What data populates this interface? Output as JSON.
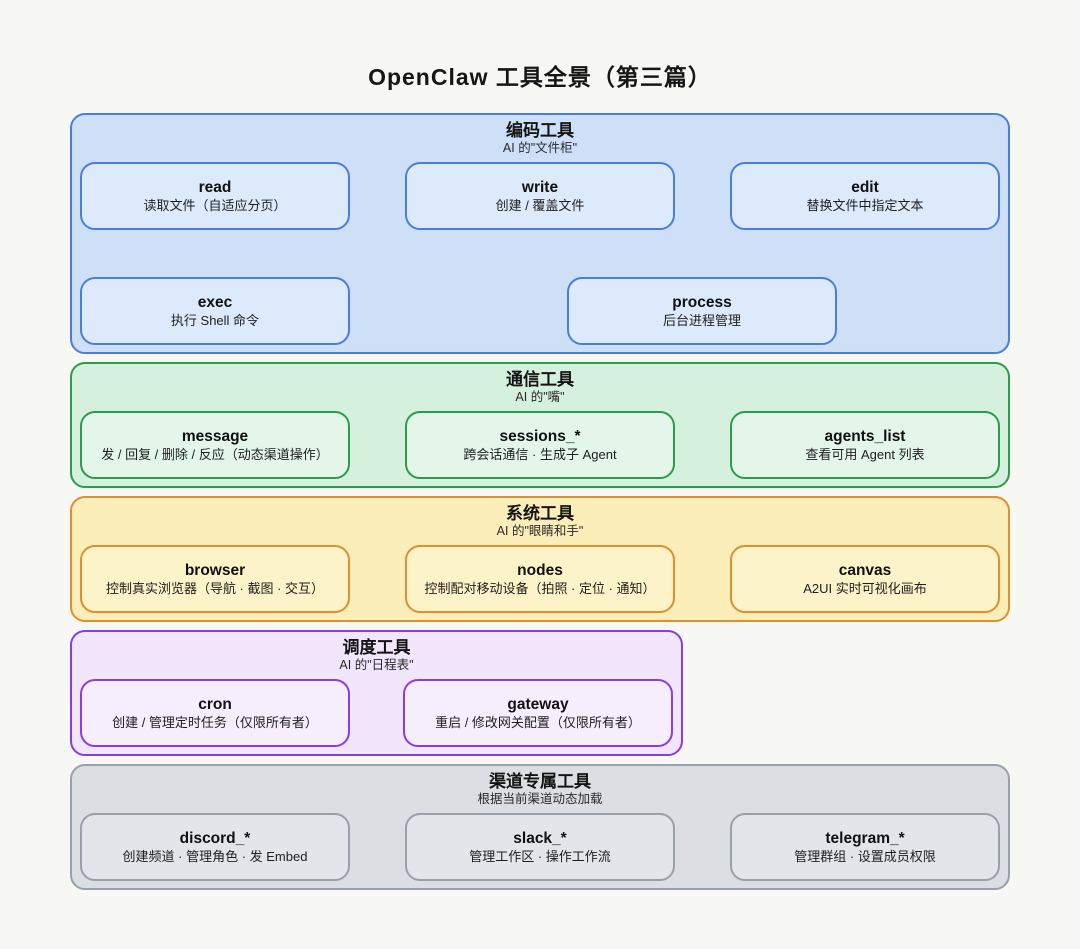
{
  "title": "OpenClaw 工具全景（第三篇）",
  "sections": [
    {
      "title": "编码工具",
      "subtitle": "AI 的\"文件柜\"",
      "accent": "#4a7de0",
      "background": "#cde0f8",
      "card_background": "#dceafc",
      "cards": [
        {
          "name": "read",
          "desc": "读取文件（自适应分页）"
        },
        {
          "name": "write",
          "desc": "创建 / 覆盖文件"
        },
        {
          "name": "edit",
          "desc": "替换文件中指定文本"
        },
        {
          "name": "exec",
          "desc": "执行 Shell 命令"
        },
        {
          "name": "process",
          "desc": "后台进程管理"
        }
      ]
    },
    {
      "title": "通信工具",
      "subtitle": "AI 的\"嘴\"",
      "accent": "#2a9d4a",
      "background": "#d5f0dd",
      "card_background": "#e3f6e9",
      "cards": [
        {
          "name": "message",
          "desc": "发 / 回复 / 删除 / 反应（动态渠道操作）"
        },
        {
          "name": "sessions_*",
          "desc": "跨会话通信 · 生成子 Agent"
        },
        {
          "name": "agents_list",
          "desc": "查看可用 Agent 列表"
        }
      ]
    },
    {
      "title": "系统工具",
      "subtitle": "AI 的\"眼睛和手\"",
      "accent": "#e08e30",
      "background": "#fceeb8",
      "card_background": "#fdf3c8",
      "cards": [
        {
          "name": "browser",
          "desc": "控制真实浏览器（导航 · 截图 · 交互）"
        },
        {
          "name": "nodes",
          "desc": "控制配对移动设备（拍照 · 定位 · 通知）"
        },
        {
          "name": "canvas",
          "desc": "A2UI 实时可视化画布"
        }
      ]
    },
    {
      "title": "调度工具",
      "subtitle": "AI 的\"日程表\"",
      "accent": "#8a3ce8",
      "background": "#f1e6fc",
      "card_background": "#f6eefd",
      "cards": [
        {
          "name": "cron",
          "desc": "创建 / 管理定时任务（仅限所有者）"
        },
        {
          "name": "gateway",
          "desc": "重启 / 修改网关配置（仅限所有者）"
        }
      ]
    },
    {
      "title": "渠道专属工具",
      "subtitle": "根据当前渠道动态加载",
      "accent": "#98a0aa",
      "background": "#dbdfe4",
      "card_background": "#e2e5e9",
      "cards": [
        {
          "name": "discord_*",
          "desc": "创建频道 · 管理角色 · 发 Embed"
        },
        {
          "name": "slack_*",
          "desc": "管理工作区 · 操作工作流"
        },
        {
          "name": "telegram_*",
          "desc": "管理群组 · 设置成员权限"
        }
      ]
    }
  ]
}
